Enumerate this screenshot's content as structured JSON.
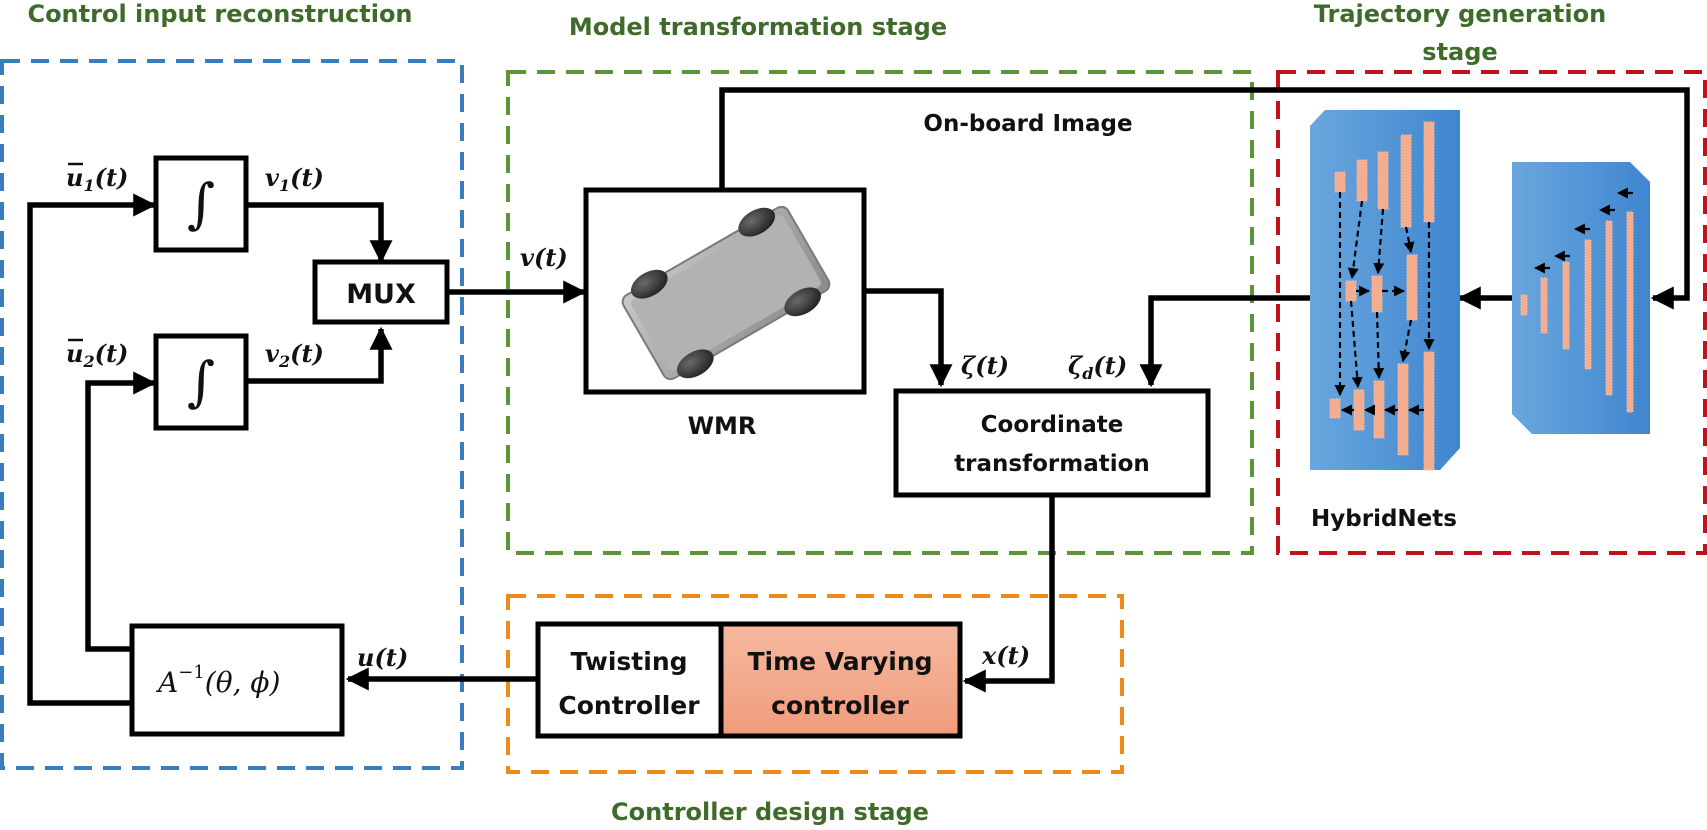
{
  "stages": {
    "control_input": {
      "title": "Control input reconstruction",
      "color": "#3a7dbf"
    },
    "model_transform": {
      "title": "Model transformation stage",
      "color": "#5e9438"
    },
    "trajectory": {
      "title_line1": "Trajectory generation",
      "title_line2": "stage",
      "color": "#c0121a"
    },
    "controller_design": {
      "title": "Controller design stage",
      "color": "#ef8a1a"
    }
  },
  "blocks": {
    "integrator_1": {
      "symbol": "∫"
    },
    "integrator_2": {
      "symbol": "∫"
    },
    "mux": {
      "label": "MUX"
    },
    "inverse": {
      "label_base": "A",
      "label_sup": "−1",
      "label_args": "(θ, ϕ)"
    },
    "wmr": {
      "label": "WMR",
      "image": "wheeled-mobile-robot"
    },
    "coordinate": {
      "line1": "Coordinate",
      "line2": "transformation"
    },
    "twisting": {
      "line1": "Twisting",
      "line2": "Controller"
    },
    "time_varying": {
      "line1": "Time Varying",
      "line2": "controller",
      "fill": "#f3a98a"
    },
    "hybridnets": {
      "label": "HybridNets"
    }
  },
  "signals": {
    "u1bar": {
      "base": "u",
      "sub": "1",
      "arg": "(t)"
    },
    "u2bar": {
      "base": "u",
      "sub": "2",
      "arg": "(t)"
    },
    "v1": {
      "base": "v",
      "sub": "1",
      "arg": "(t)"
    },
    "v2": {
      "base": "v",
      "sub": "2",
      "arg": "(t)"
    },
    "v": {
      "text": "v(t)"
    },
    "u": {
      "text": "u(t)"
    },
    "zeta": {
      "text": "ζ(t)"
    },
    "zeta_d": {
      "base": "ζ",
      "sub": "d",
      "arg": "(t)"
    },
    "x": {
      "text": "x(t)"
    },
    "onboard": {
      "text": "On-board Image"
    }
  }
}
